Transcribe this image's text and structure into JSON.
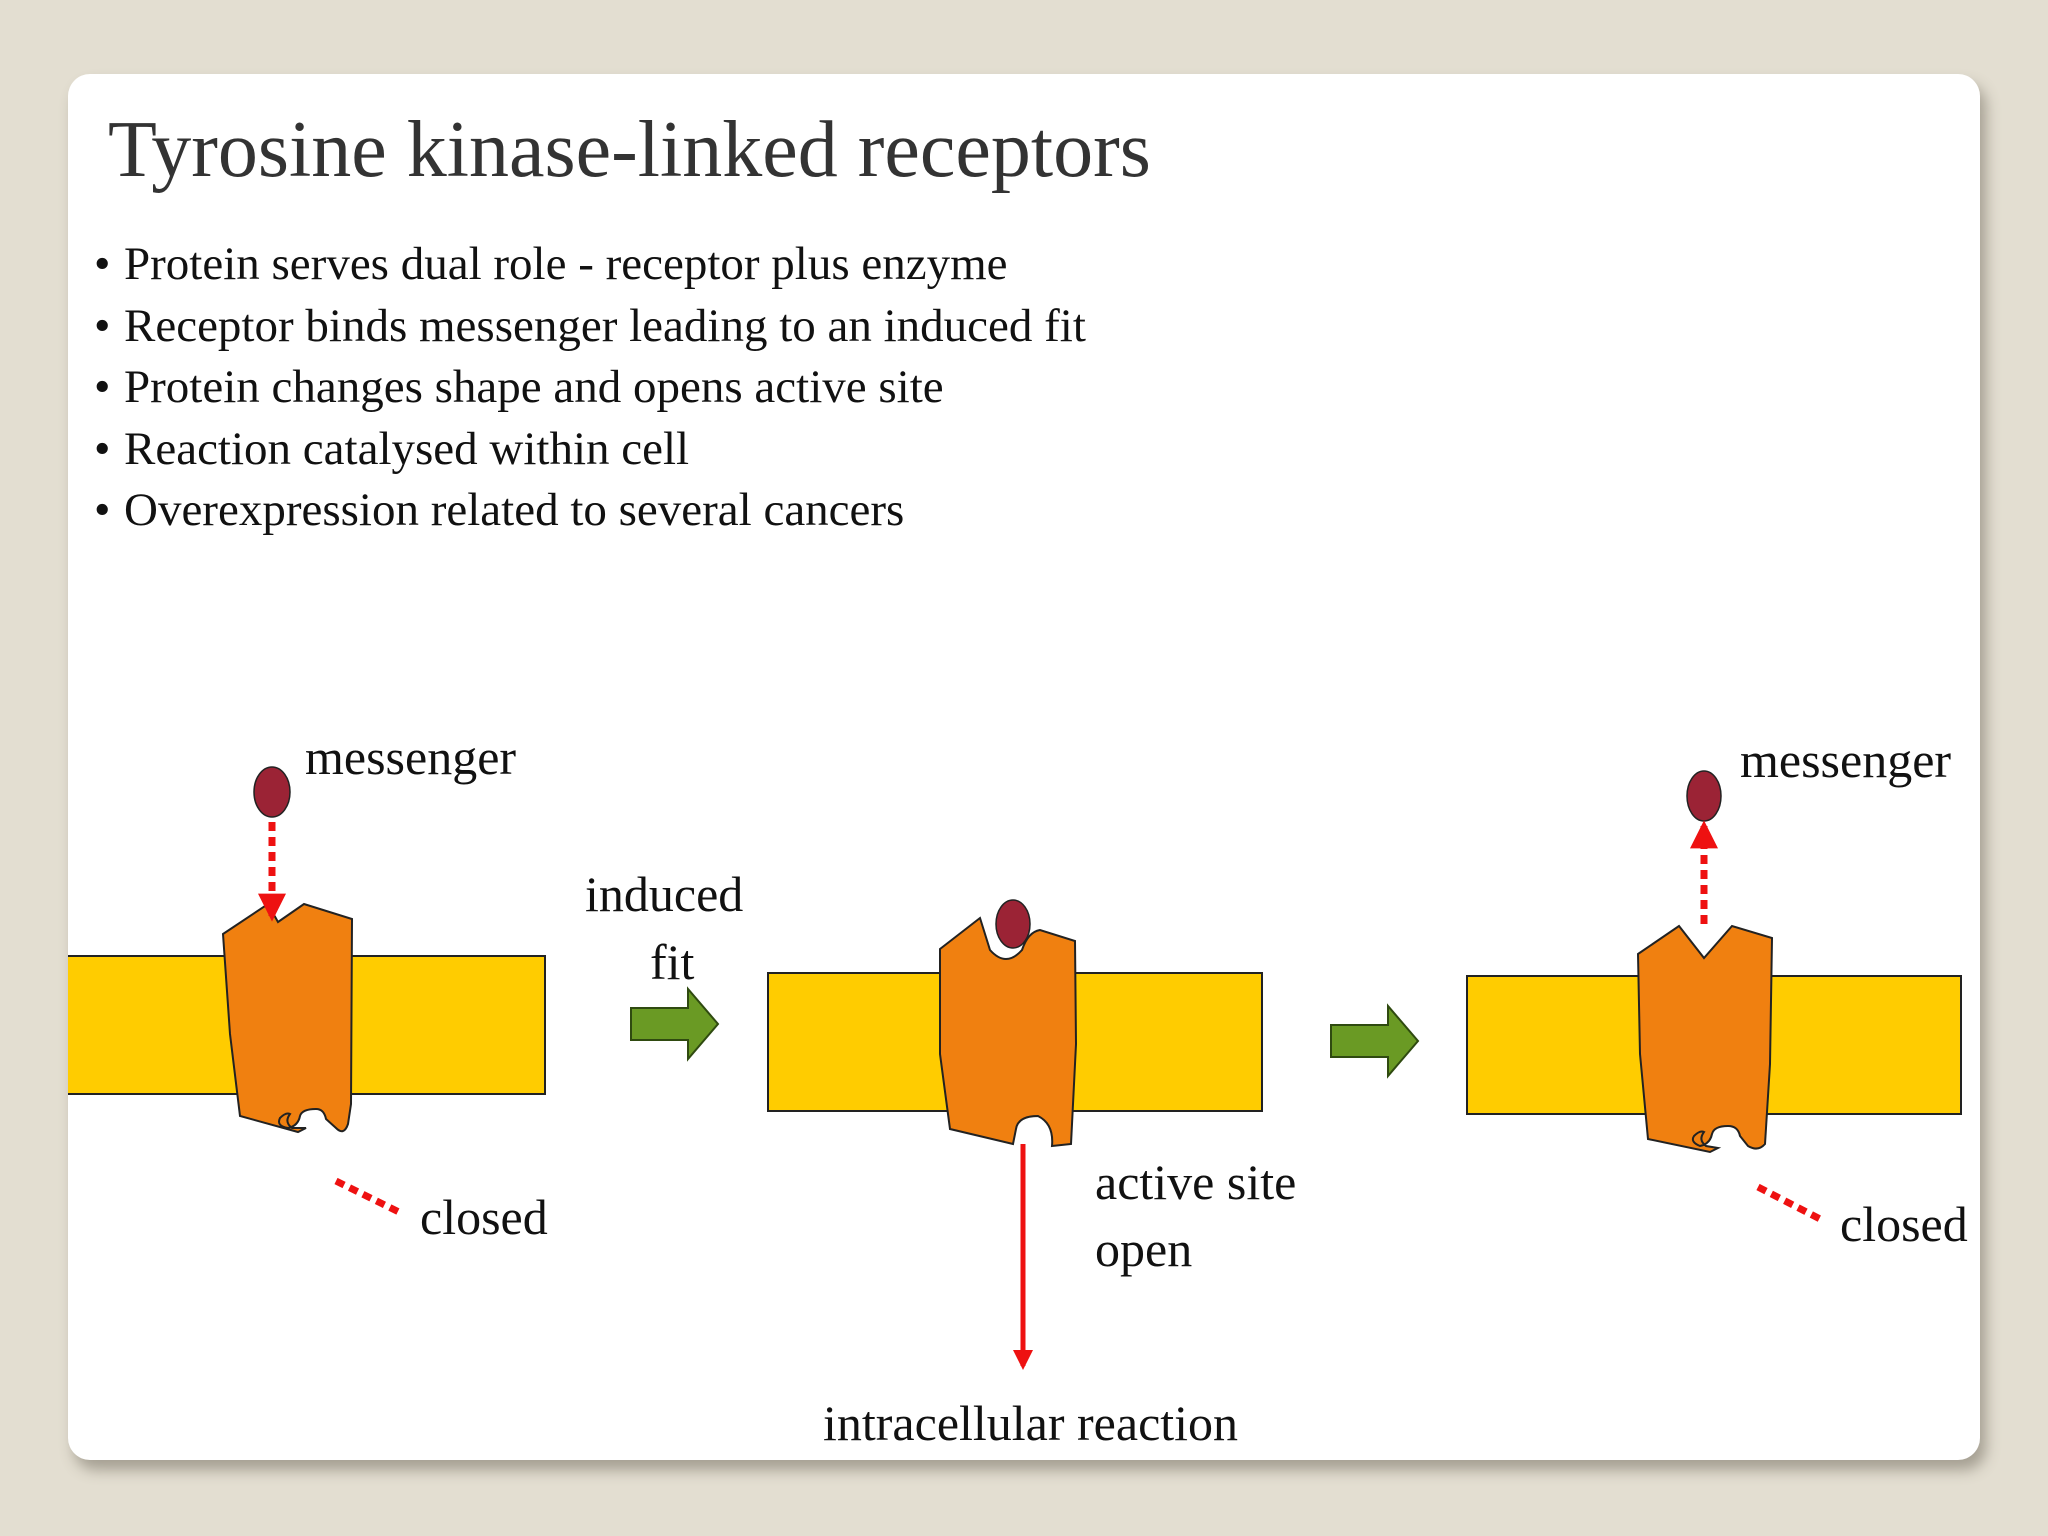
{
  "slide": {
    "title": "Tyrosine kinase-linked receptors",
    "bullets": [
      "Protein serves dual role - receptor plus enzyme",
      "Receptor binds messenger leading to an induced fit",
      "Protein changes shape and opens active site",
      "Reaction catalysed within cell",
      "Overexpression related to several cancers"
    ]
  },
  "diagram": {
    "labels": {
      "messenger_left": "messenger",
      "messenger_right": "messenger",
      "induced_line1": "induced",
      "induced_line2": "fit",
      "closed_left": "closed",
      "closed_right": "closed",
      "active_line1": "active site",
      "active_line2": "open",
      "intracellular": "intracellular reaction"
    },
    "colors": {
      "membrane": "#ffcc00",
      "protein": "#f08010",
      "messenger": "#9b2335",
      "arrow_red": "#ee1111",
      "arrow_green": "#6a9a24"
    }
  }
}
